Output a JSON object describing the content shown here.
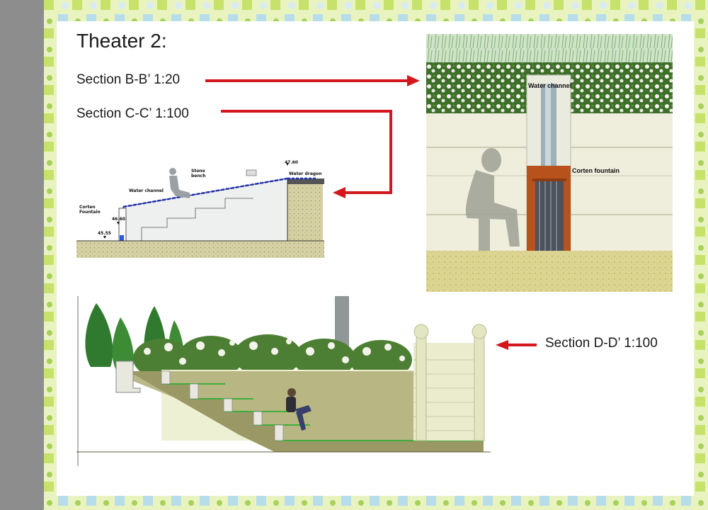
{
  "sheet": {
    "title": "Theater 2:",
    "labels": {
      "section_bb": "Section B-B’ 1:20",
      "section_cc": "Section C-C’ 1:100",
      "section_dd": "Section D-D’ 1:100"
    }
  },
  "section_cc": {
    "elevations": {
      "top": "47.60",
      "mid": "46.60",
      "low": "45.55"
    },
    "annotations": {
      "water_dragon": "Water dragon",
      "stone_bench": "Stone bench",
      "water_channel": "Water channel",
      "corten_fountain": "Corten Fountain"
    }
  },
  "section_bb": {
    "annotations": {
      "water_channel": "Water channel",
      "corten_fountain": "Corten fountain"
    }
  },
  "colors": {
    "arrow": "#d4171c",
    "corten": "#b8521c",
    "ground": "#d6d08a",
    "hedge_green": "#4b8a36",
    "border_green": "#c6e26a",
    "border_blue": "#b7dcea"
  }
}
